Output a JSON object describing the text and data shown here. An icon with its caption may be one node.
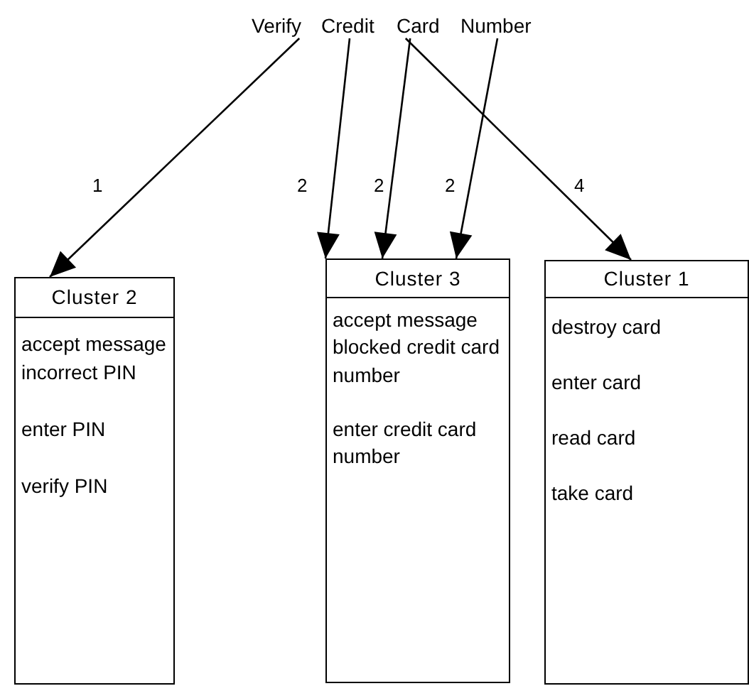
{
  "diagram": {
    "nodes": [
      {
        "text": [
          "Verify"
        ]
      },
      {
        "text": [
          "Credit"
        ]
      },
      {
        "text": [
          "Card"
        ]
      },
      {
        "text": [
          "Number"
        ]
      },
      {
        "text": [
          "Cluster 2",
          "accept message incorrect PIN",
          "enter PIN",
          "verify PIN"
        ]
      },
      {
        "text": [
          "Cluster 3",
          "accept message blocked credit card number",
          "enter credit card number"
        ]
      },
      {
        "text": [
          "Cluster 1",
          "destroy card",
          "enter card",
          "read card",
          "take card"
        ]
      }
    ],
    "edges": [
      {
        "from": 0,
        "to": 4,
        "arrow": "to",
        "label": "1"
      },
      {
        "from": 1,
        "to": 5,
        "arrow": "to",
        "label": "2"
      },
      {
        "from": 2,
        "to": 5,
        "arrow": "to",
        "label": "2"
      },
      {
        "from": 3,
        "to": 5,
        "arrow": "to",
        "label": "2"
      },
      {
        "from": 2,
        "to": 6,
        "arrow": "to",
        "label": "4"
      }
    ]
  }
}
